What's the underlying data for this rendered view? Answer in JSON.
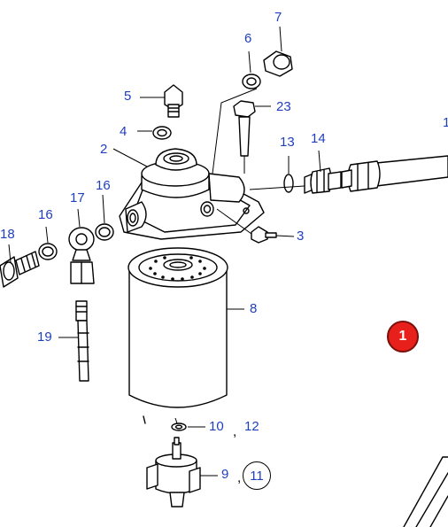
{
  "diagram": {
    "badge": "1",
    "labels": {
      "p1_partial": "1",
      "p2": "2",
      "p3": "3",
      "p4": "4",
      "p5": "5",
      "p6": "6",
      "p7": "7",
      "p8": "8",
      "p9": "9",
      "p10": "10",
      "p11": "11",
      "p12": "12",
      "p13": "13",
      "p14": "14",
      "p16a": "16",
      "p16b": "16",
      "p17": "17",
      "p18": "18",
      "p19": "19",
      "p23": "23"
    },
    "separators": {
      "comma_10_12": ",",
      "comma_9_11": ","
    }
  }
}
